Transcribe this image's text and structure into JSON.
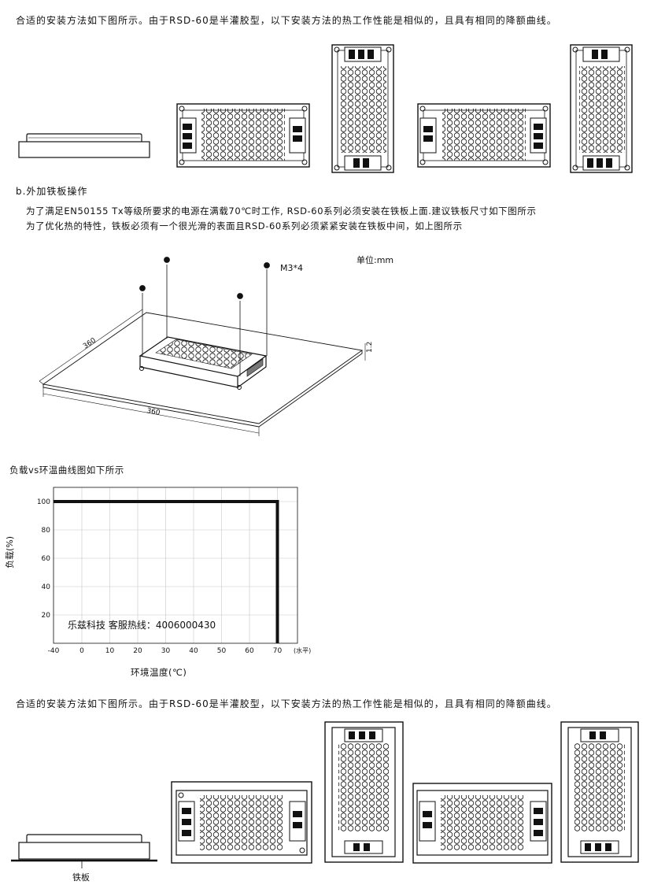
{
  "intro": {
    "top_text": "合适的安装方法如下图所示。由于RSD-60是半灌胶型，以下安装方法的热工作性能是相似的，且具有相同的降额曲线。",
    "bottom_text": "合适的安装方法如下图所示。由于RSD-60是半灌胶型，以下安装方法的热工作性能是相似的，且具有相同的降额曲线。"
  },
  "section_b": {
    "heading": "b.外加铁板操作",
    "line1": "为了满足EN50155 Tx等级所要求的电源在满载70℃时工作, RSD-60系列必须安装在铁板上面.建议铁板尺寸如下图所示",
    "line2": "为了优化热的特性，铁板必须有一个很光滑的表面且RSD-60系列必须紧紧安装在铁板中间，如上图所示"
  },
  "plate_diagram": {
    "unit": "单位:mm",
    "screw_label": "M3*4",
    "dim_left": "360",
    "dim_bottom": "360",
    "dim_thickness": "1.2"
  },
  "derating": {
    "title": "负载vs环温曲线图如下所示",
    "watermark": "乐兹科技 客服热线：4006000430"
  },
  "chart_data": {
    "type": "line",
    "xlabel": "环境温度(℃)",
    "ylabel": "负载(%)",
    "x_unit": "(水平)",
    "x_ticks": [
      "-40",
      "0",
      "10",
      "20",
      "30",
      "40",
      "50",
      "60",
      "70"
    ],
    "y_ticks": [
      "20",
      "40",
      "60",
      "80",
      "100"
    ],
    "xlim": [
      -40,
      80
    ],
    "ylim": [
      0,
      110
    ],
    "grid": true,
    "series": [
      {
        "x": [
          -40,
          70,
          70
        ],
        "y": [
          100,
          100,
          0
        ]
      }
    ]
  },
  "bottom_figure": {
    "plate_label": "铁板"
  }
}
